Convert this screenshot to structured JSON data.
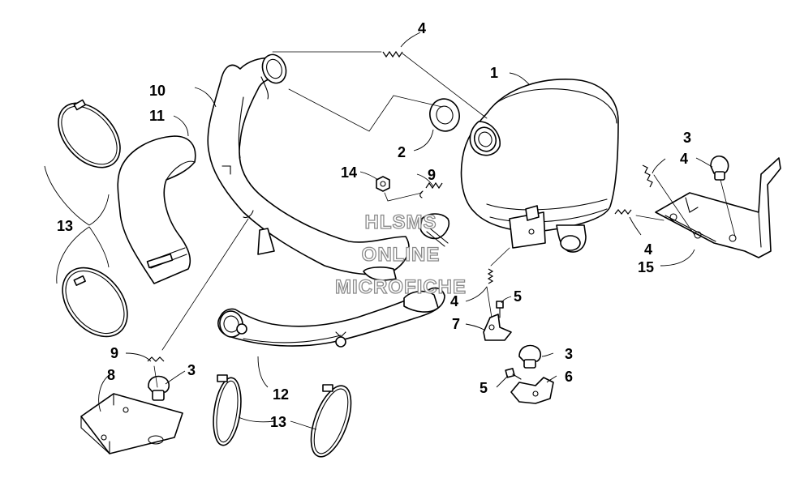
{
  "callouts": {
    "c1": "1",
    "c2": "2",
    "c3a": "3",
    "c3b": "3",
    "c3c": "3",
    "c4a": "4",
    "c4b": "4",
    "c4c": "4",
    "c4d": "4",
    "c5a": "5",
    "c5b": "5",
    "c6": "6",
    "c7": "7",
    "c8": "8",
    "c9a": "9",
    "c9b": "9",
    "c10": "10",
    "c11": "11",
    "c12": "12",
    "c13a": "13",
    "c13b": "13",
    "c14": "14",
    "c15": "15"
  },
  "watermark": {
    "line1": "HLSMS",
    "line2": "ONLINE",
    "line3": "MICROFICHE"
  }
}
